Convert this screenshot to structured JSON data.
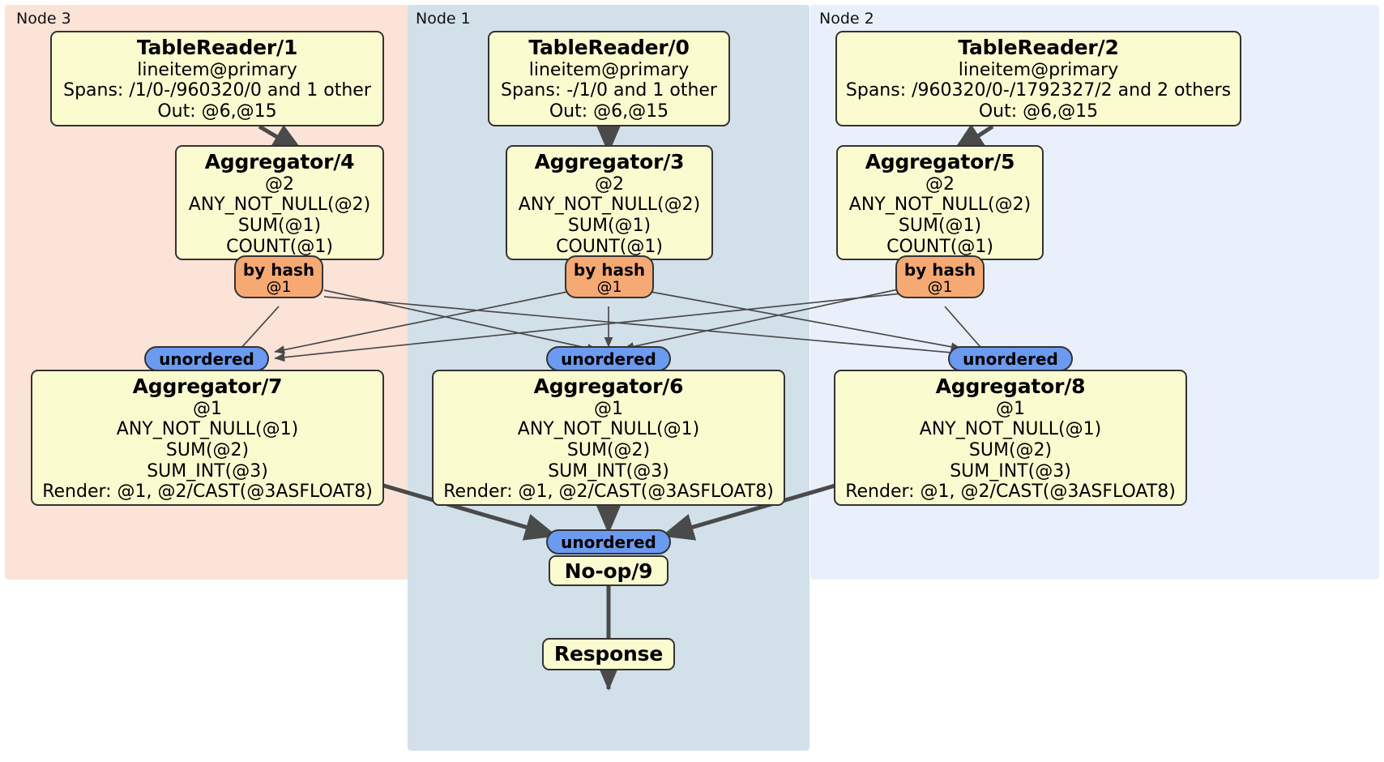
{
  "diagram": {
    "type": "distributed-query-plan",
    "colors": {
      "node3_panel": "#fbe3d7",
      "node1_panel": "#d2e0ea",
      "node2_panel": "#eaf0fb",
      "processor_box": "#fbfbd0",
      "hash_pill": "#f6a973",
      "unordered_pill": "#6b9bf0",
      "edge": "#4a4a4a",
      "border": "#333333"
    },
    "panels": [
      {
        "id": "node3",
        "label": "Node 3"
      },
      {
        "id": "node1",
        "label": "Node 1"
      },
      {
        "id": "node2",
        "label": "Node 2"
      }
    ],
    "processors": [
      {
        "id": "tablereader1",
        "node": "node3",
        "title": "TableReader/1",
        "lines": [
          "lineitem@primary",
          "Spans: /1/0-/960320/0 and 1 other",
          "Out: @6,@15"
        ]
      },
      {
        "id": "tablereader0",
        "node": "node1",
        "title": "TableReader/0",
        "lines": [
          "lineitem@primary",
          "Spans: -/1/0 and 1 other",
          "Out: @6,@15"
        ]
      },
      {
        "id": "tablereader2",
        "node": "node2",
        "title": "TableReader/2",
        "lines": [
          "lineitem@primary",
          "Spans: /960320/0-/1792327/2 and 2 others",
          "Out: @6,@15"
        ]
      },
      {
        "id": "aggregator4",
        "node": "node3",
        "title": "Aggregator/4",
        "lines": [
          "@2",
          "ANY_NOT_NULL(@2)",
          "SUM(@1)",
          "COUNT(@1)"
        ]
      },
      {
        "id": "aggregator3",
        "node": "node1",
        "title": "Aggregator/3",
        "lines": [
          "@2",
          "ANY_NOT_NULL(@2)",
          "SUM(@1)",
          "COUNT(@1)"
        ]
      },
      {
        "id": "aggregator5",
        "node": "node2",
        "title": "Aggregator/5",
        "lines": [
          "@2",
          "ANY_NOT_NULL(@2)",
          "SUM(@1)",
          "COUNT(@1)"
        ]
      },
      {
        "id": "aggregator7",
        "node": "node3",
        "title": "Aggregator/7",
        "lines": [
          "@1",
          "ANY_NOT_NULL(@1)",
          "SUM(@2)",
          "SUM_INT(@3)",
          "Render: @1, @2/CAST(@3ASFLOAT8)"
        ]
      },
      {
        "id": "aggregator6",
        "node": "node1",
        "title": "Aggregator/6",
        "lines": [
          "@1",
          "ANY_NOT_NULL(@1)",
          "SUM(@2)",
          "SUM_INT(@3)",
          "Render: @1, @2/CAST(@3ASFLOAT8)"
        ]
      },
      {
        "id": "aggregator8",
        "node": "node2",
        "title": "Aggregator/8",
        "lines": [
          "@1",
          "ANY_NOT_NULL(@1)",
          "SUM(@2)",
          "SUM_INT(@3)",
          "Render: @1, @2/CAST(@3ASFLOAT8)"
        ]
      },
      {
        "id": "noop9",
        "node": "node1",
        "title": "No-op/9",
        "lines": []
      },
      {
        "id": "response",
        "node": "node1",
        "title": "Response",
        "lines": []
      }
    ],
    "routers": [
      {
        "id": "hash4",
        "node": "node3",
        "label": "by hash",
        "sub": "@1"
      },
      {
        "id": "hash3",
        "node": "node1",
        "label": "by hash",
        "sub": "@1"
      },
      {
        "id": "hash5",
        "node": "node2",
        "label": "by hash",
        "sub": "@1"
      }
    ],
    "synchronizers": [
      {
        "id": "unord7",
        "node": "node3",
        "label": "unordered"
      },
      {
        "id": "unord6",
        "node": "node1",
        "label": "unordered"
      },
      {
        "id": "unord8",
        "node": "node2",
        "label": "unordered"
      },
      {
        "id": "unord9",
        "node": "node1",
        "label": "unordered"
      }
    ]
  }
}
